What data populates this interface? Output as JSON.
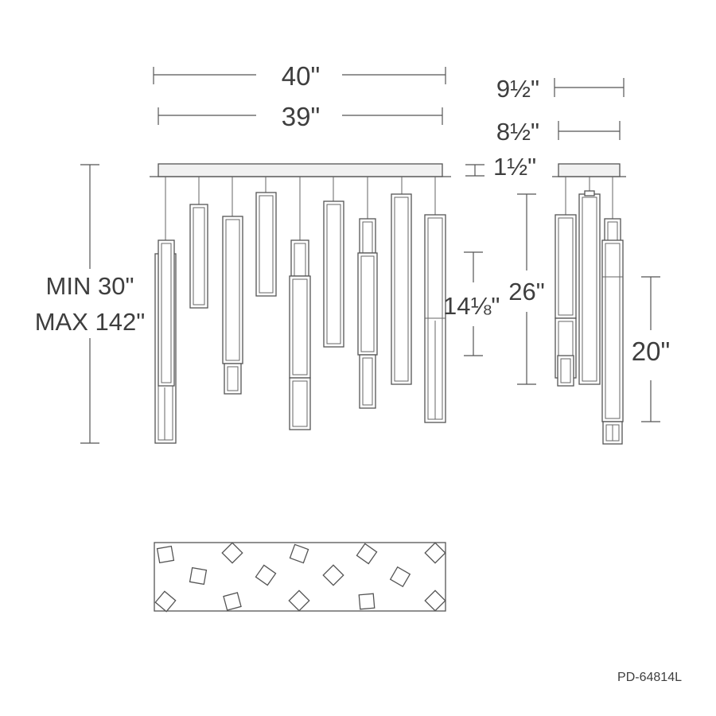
{
  "dimensions": {
    "overall_width": "40\"",
    "canopy_width": "39\"",
    "side_overall_depth": "9½\"",
    "side_canopy_depth": "8½\"",
    "canopy_height": "1½\"",
    "overall_height_min": "MIN 30\"",
    "overall_height_max": "MAX 142\"",
    "pendant_length": "14⅛\"",
    "side_drop_length": "26\"",
    "side_short_length": "20\""
  },
  "model_number": "PD-64814L",
  "colors": {
    "line": "#555555",
    "text": "#3e3e3e",
    "canopy_fill": "#f1f1f1"
  }
}
